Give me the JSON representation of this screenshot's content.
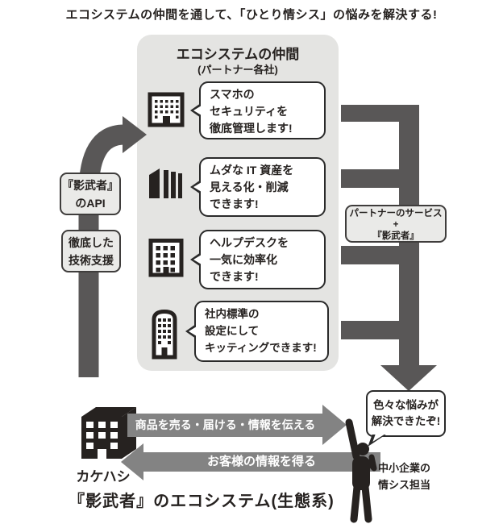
{
  "headline": "エコシステムの仲間を通して、「ひとり情シス」の悩みを解決する!",
  "panel": {
    "title": "エコシステムの仲間",
    "subtitle": "(パートナー各社)",
    "partners": [
      {
        "icon": "office-building-icon",
        "lines": [
          "スマホの",
          "セキュリティを",
          "徹底管理します!"
        ]
      },
      {
        "icon": "modern-building-icon",
        "lines": [
          "ムダな IT 資産を",
          "見える化・削減",
          "できます!"
        ]
      },
      {
        "icon": "midrise-building-icon",
        "lines": [
          "ヘルプデスクを",
          "一気に効率化",
          "できます!"
        ]
      },
      {
        "icon": "tower-building-icon",
        "lines": [
          "社内標準の",
          "設定にして",
          "キッティングできます!"
        ]
      }
    ]
  },
  "left_flow": {
    "api_label": {
      "lines": [
        "『影武者』",
        "のAPI"
      ]
    },
    "support_label": {
      "lines": [
        "徹底した",
        "技術支援"
      ]
    }
  },
  "right_flow": {
    "label": {
      "lines": [
        "パートナーのサービス",
        "+",
        "『影武者』"
      ]
    }
  },
  "bottom": {
    "company": "カケハシ",
    "arrow_sell": "商品を売る・届ける・情報を伝える",
    "arrow_info": "お客様の情報を得る",
    "person_bubble": {
      "lines": [
        "色々な悩みが",
        "解決できたぞ!"
      ]
    },
    "person_label": {
      "lines": [
        "中小企業の",
        "情シス担当"
      ]
    },
    "caption": "『影武者』のエコシステム(生態系)"
  },
  "colors": {
    "panel_bg": "#e4e4e2",
    "dark_arrow": "#595757",
    "mid_arrow": "#838383",
    "chip_bg": "#eaeae8",
    "ink": "#262220"
  }
}
